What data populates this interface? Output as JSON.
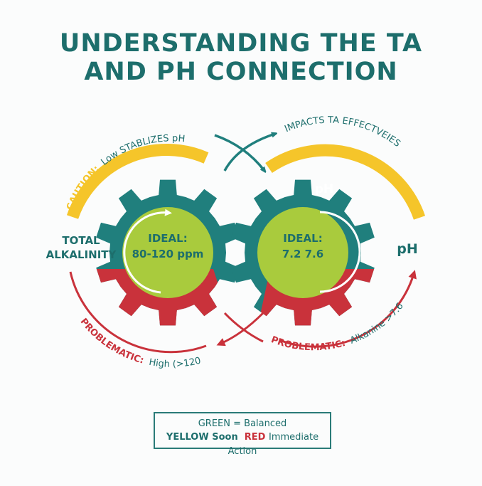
{
  "title": {
    "line1": "UNDERSTANDING THE TA",
    "line2": "AND PH CONNECTION"
  },
  "colors": {
    "teal": "#207f7d",
    "dark_teal_text": "#1d6e6c",
    "yellow": "#f5c52a",
    "red": "#c9323b",
    "lime": "#a9cb3d",
    "white": "#ffffff"
  },
  "left_gear": {
    "side_label_line1": "TOTAL",
    "side_label_line2": "ALKALINITY",
    "ideal_label": "IDEAL:",
    "ideal_value": "80-120 ppm",
    "caution_prefix": "CAUTION:",
    "caution_text": "Low STABLIZES pH",
    "problem_prefix": "PROBLEMATIC:",
    "problem_text": "High (>120"
  },
  "right_gear": {
    "gear_label": "pH",
    "side_label": "pH",
    "ideal_label": "IDEAL:",
    "ideal_value": "7.2 7.6",
    "impact_text": "IMPACTS TA EFFECTVEIES",
    "problem_prefix": "PROBLEMATIC:",
    "problem_text": "Alkanine >7.6"
  },
  "legend": {
    "green_line": "GREEN = Balanced",
    "yellow_label": "YELLOW Soon",
    "red_label": "RED",
    "red_desc": "Immediate Action"
  }
}
